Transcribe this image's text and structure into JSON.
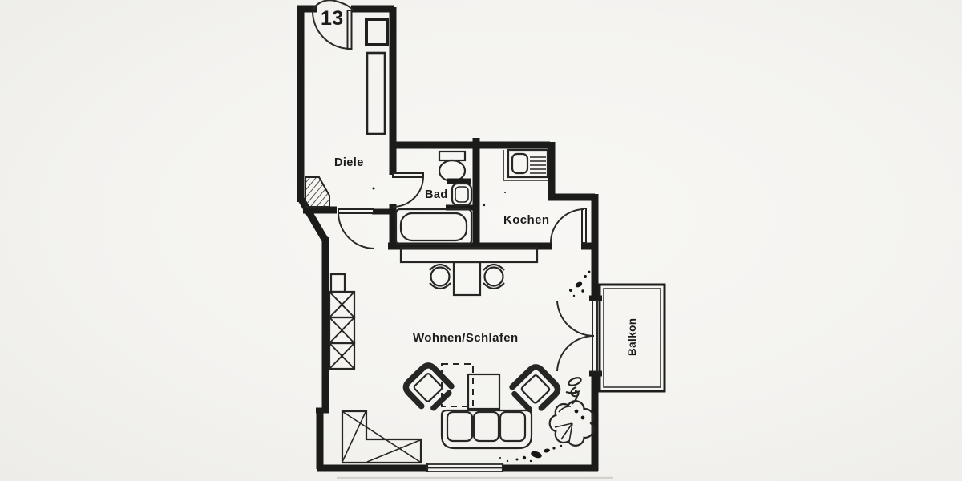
{
  "plan": {
    "unit_number": "13",
    "rooms": [
      {
        "id": "diele",
        "label": "Diele"
      },
      {
        "id": "bad",
        "label": "Bad"
      },
      {
        "id": "kochen",
        "label": "Kochen"
      },
      {
        "id": "wohnen-schlafen",
        "label": "Wohnen/Schlafen"
      },
      {
        "id": "balkon",
        "label": "Balkon"
      }
    ],
    "fixtures": [
      "entry-door",
      "hall-cabinet",
      "hall-shelf",
      "shaft-hatched",
      "toilet",
      "wash-basin",
      "bathtub",
      "kitchen-sink-drainer",
      "dining-table",
      "dining-chair",
      "wardrobe-crossed",
      "corner-unit-crossed",
      "armchair",
      "coffee-table",
      "dashed-table",
      "sofa",
      "potted-plant",
      "plant-doodle",
      "french-balcony-door",
      "window",
      "ink-splatter"
    ],
    "colors": {
      "ink": "#1c1c1c",
      "paper": "#f5f4f1"
    }
  }
}
